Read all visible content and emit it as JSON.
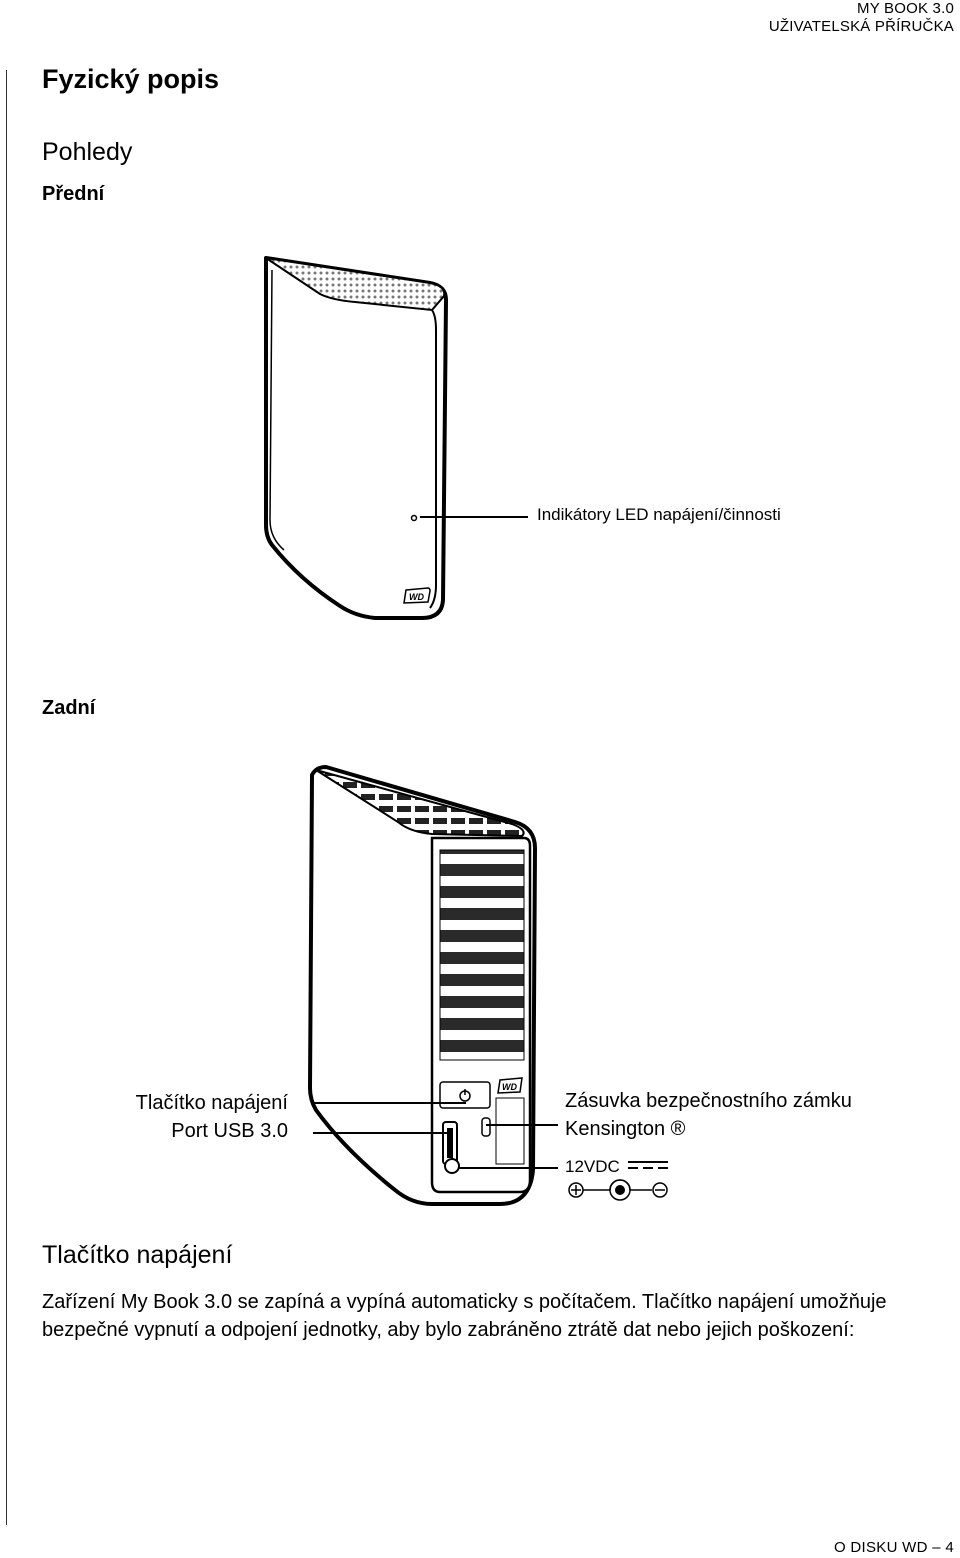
{
  "header": {
    "line1": "MY BOOK 3.0",
    "line2": "UŽIVATELSKÁ PŘÍRUČKA"
  },
  "section_title": "Fyzický popis",
  "views_heading": "Pohledy",
  "front": {
    "heading": "Přední",
    "led_label": "Indikátory LED napájení/činnosti"
  },
  "back": {
    "heading": "Zadní",
    "power_button_label": "Tlačítko napájení",
    "usb_label": "Port USB 3.0",
    "lock_label_line1": "Zásuvka bezpečnostního zámku",
    "lock_label_line2": "Kensington ®",
    "power_label": "12VDC"
  },
  "power_section": {
    "heading": "Tlačítko napájení",
    "paragraph": "Zařízení My Book 3.0 se zapíná a vypíná automaticky s počítačem. Tlačítko napájení umožňuje bezpečné vypnutí a odpojení jednotky, aby bylo zabráněno ztrátě dat nebo jejich poškození:"
  },
  "footer": "O DISKU WD – 4",
  "icons": [
    "wd-logo-icon",
    "power-icon",
    "usb-icon",
    "lock-icon",
    "plus-icon",
    "minus-icon",
    "dc-symbol-icon"
  ]
}
